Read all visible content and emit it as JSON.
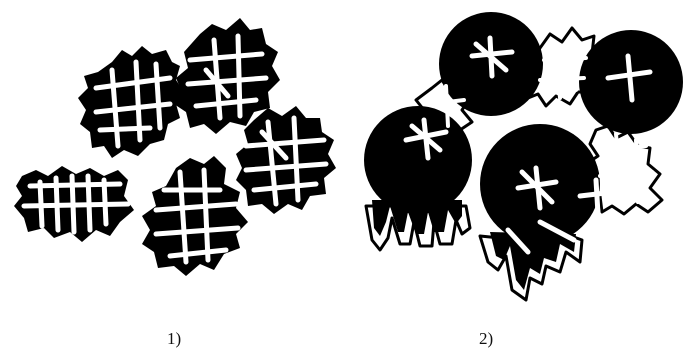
{
  "figure": {
    "panels": [
      {
        "label": "1)",
        "description_shape": "angular particles"
      },
      {
        "label": "2)",
        "description_shape": "spherical particles"
      }
    ],
    "colors": {
      "ink": "#000000",
      "paper": "#ffffff"
    }
  }
}
